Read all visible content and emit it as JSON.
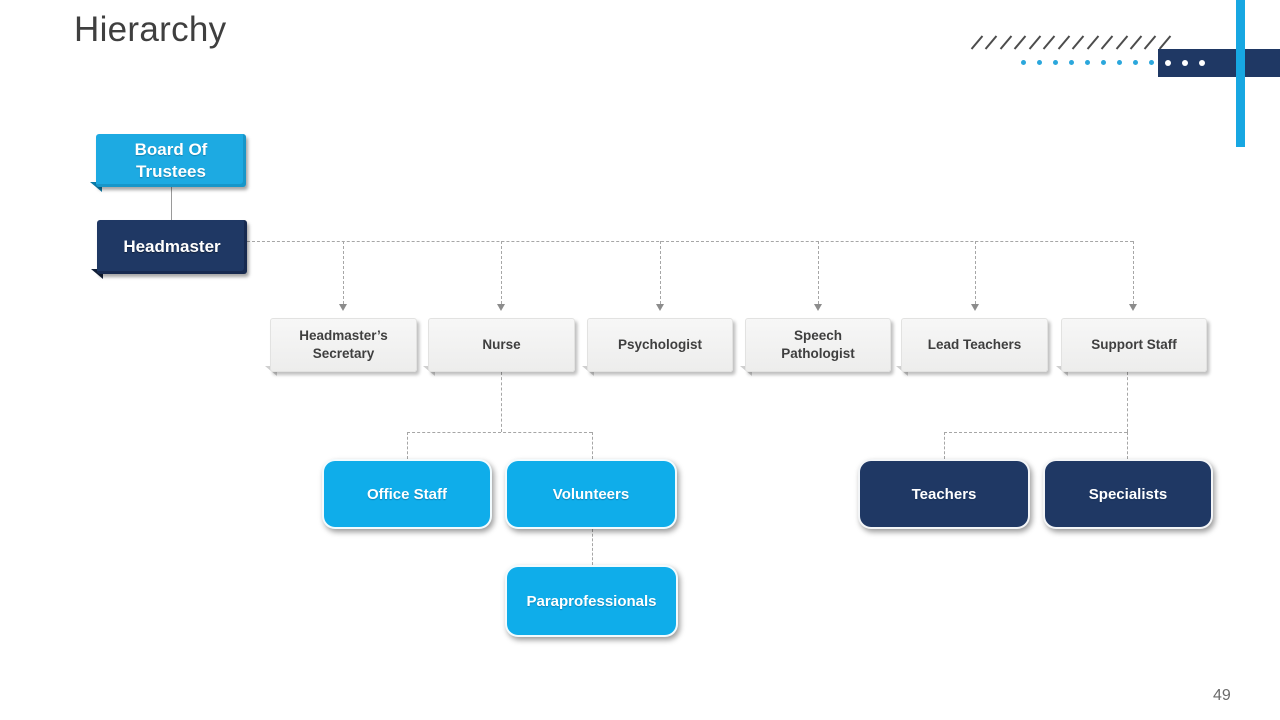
{
  "slide": {
    "title": "Hierarchy",
    "page_number": "49"
  },
  "decor": {
    "slash_count": 14,
    "cyan_dot_count": 9,
    "white_dot_count": 3,
    "accent_cyan": "#17a7e2",
    "accent_navy": "#1f3864",
    "box_cyan": "#1daae2",
    "box_gray": "#f2f2f1",
    "connector_gray": "#a6a6a6"
  },
  "org": {
    "board": {
      "label": "Board Of Trustees"
    },
    "headmaster": {
      "label": "Headmaster"
    },
    "staff_row": [
      {
        "label": "Headmaster’s Secretary"
      },
      {
        "label": "Nurse"
      },
      {
        "label": "Psychologist"
      },
      {
        "label": "Speech Pathologist"
      },
      {
        "label": "Lead Teachers"
      },
      {
        "label": "Support Staff"
      }
    ],
    "nurse_children": [
      {
        "label": "Office Staff"
      },
      {
        "label": "Volunteers"
      }
    ],
    "volunteers_child": {
      "label": "Paraprofessionals"
    },
    "support_children": [
      {
        "label": "Teachers"
      },
      {
        "label": "Specialists"
      }
    ]
  }
}
